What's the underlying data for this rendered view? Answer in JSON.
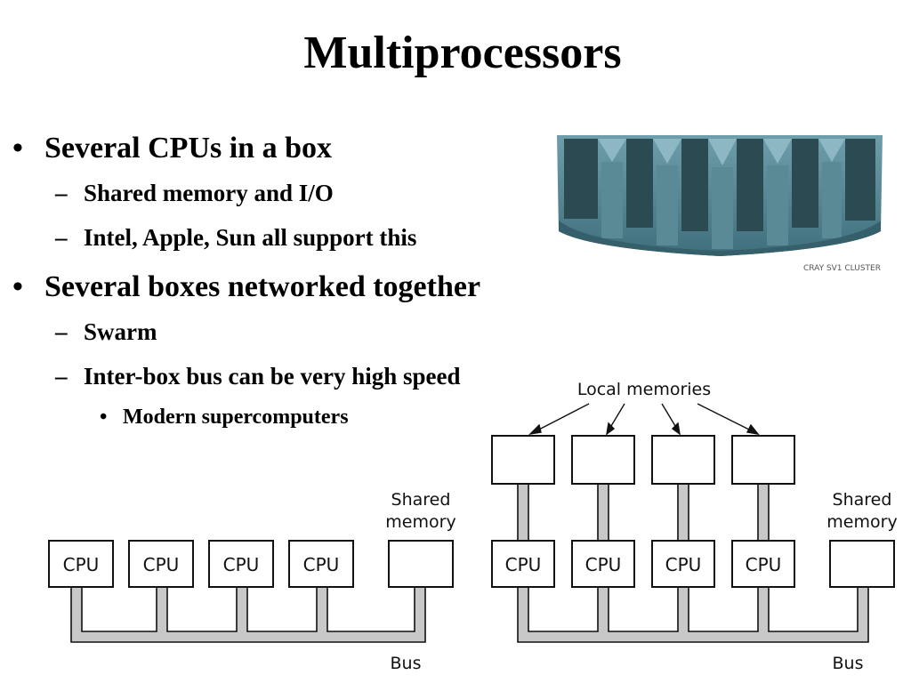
{
  "slide": {
    "title": "Multiprocessors",
    "bullets": [
      {
        "text": "Several CPUs in a box",
        "sub": [
          {
            "text": "Shared memory and I/O"
          },
          {
            "text": "Intel, Apple, Sun all support this"
          }
        ]
      },
      {
        "text": "Several boxes networked together",
        "sub": [
          {
            "text": "Swarm"
          },
          {
            "text": "Inter-box bus can be very high speed",
            "sub": [
              {
                "text": "Modern supercomputers"
              }
            ]
          }
        ]
      }
    ],
    "markers": {
      "l1": "•",
      "l2": "–",
      "l3": "•"
    }
  },
  "photo": {
    "caption": "CRAY SV1 CLUSTER"
  },
  "diagram_left": {
    "cpu_label": "CPU",
    "shared_memory_label": [
      "Shared",
      "memory"
    ],
    "bus_label": "Bus"
  },
  "diagram_right": {
    "cpu_label": "CPU",
    "local_memories_label": "Local memories",
    "shared_memory_label": [
      "Shared",
      "memory"
    ],
    "bus_label": "Bus"
  },
  "colors": {
    "bus_fill": "#c8c8c8",
    "box_stroke": "#111111",
    "photo_teal": "#5e8f9c"
  }
}
